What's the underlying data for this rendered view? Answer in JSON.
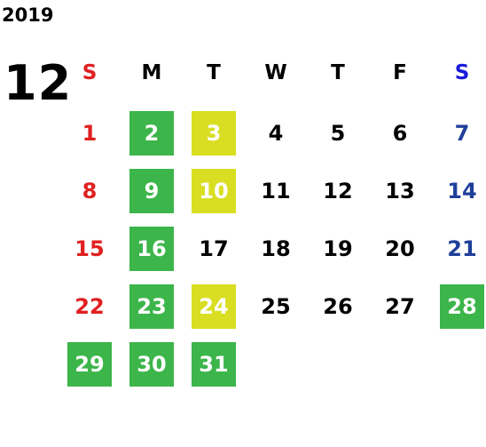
{
  "calendar": {
    "year": "2019",
    "month": "12",
    "weekdays": [
      "S",
      "M",
      "T",
      "W",
      "T",
      "F",
      "S"
    ],
    "weeks": [
      [
        {
          "label": "1",
          "type": "sun"
        },
        {
          "label": "2",
          "type": "green"
        },
        {
          "label": "3",
          "type": "yellow"
        },
        {
          "label": "4",
          "type": "normal"
        },
        {
          "label": "5",
          "type": "normal"
        },
        {
          "label": "6",
          "type": "normal"
        },
        {
          "label": "7",
          "type": "sat"
        }
      ],
      [
        {
          "label": "8",
          "type": "sun"
        },
        {
          "label": "9",
          "type": "green"
        },
        {
          "label": "10",
          "type": "yellow"
        },
        {
          "label": "11",
          "type": "normal"
        },
        {
          "label": "12",
          "type": "normal"
        },
        {
          "label": "13",
          "type": "normal"
        },
        {
          "label": "14",
          "type": "sat"
        }
      ],
      [
        {
          "label": "15",
          "type": "sun"
        },
        {
          "label": "16",
          "type": "green"
        },
        {
          "label": "17",
          "type": "normal"
        },
        {
          "label": "18",
          "type": "normal"
        },
        {
          "label": "19",
          "type": "normal"
        },
        {
          "label": "20",
          "type": "normal"
        },
        {
          "label": "21",
          "type": "sat"
        }
      ],
      [
        {
          "label": "22",
          "type": "sun"
        },
        {
          "label": "23",
          "type": "green"
        },
        {
          "label": "24",
          "type": "yellow"
        },
        {
          "label": "25",
          "type": "normal"
        },
        {
          "label": "26",
          "type": "normal"
        },
        {
          "label": "27",
          "type": "normal"
        },
        {
          "label": "28",
          "type": "green"
        }
      ],
      [
        {
          "label": "29",
          "type": "green"
        },
        {
          "label": "30",
          "type": "green"
        },
        {
          "label": "31",
          "type": "green"
        }
      ]
    ]
  },
  "colors": {
    "green": "#3cb54a",
    "yellow": "#d9de22",
    "sunday_text": "#e02020",
    "saturday_text": "#1f3f9a",
    "saturday_header": "#1a1adc"
  }
}
